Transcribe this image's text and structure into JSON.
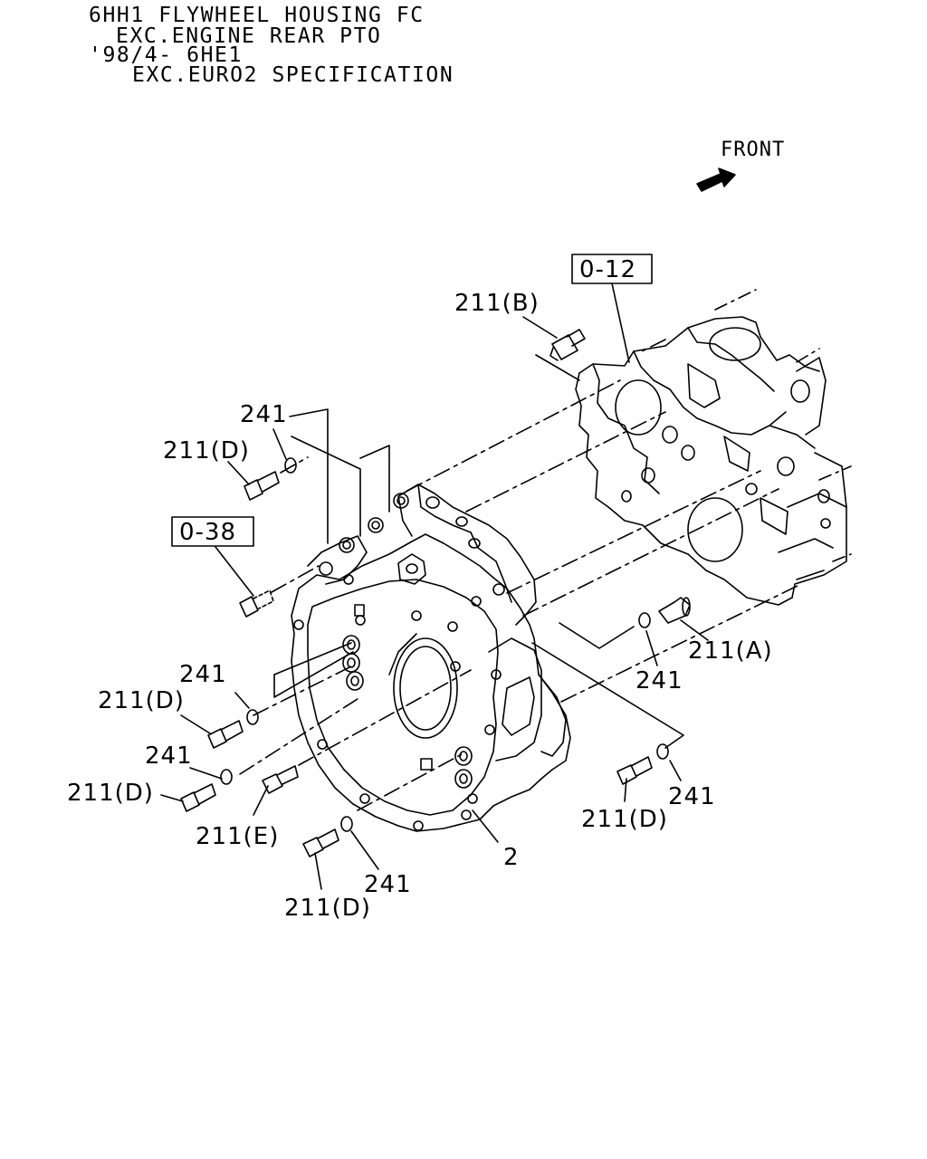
{
  "header": {
    "line1": "6HH1 FLYWHEEL HOUSING FC",
    "line2": "EXC.ENGINE REAR PTO",
    "line3": "'98/4- 6HE1",
    "line4": "EXC.EURO2 SPECIFICATION"
  },
  "front_label": "FRONT",
  "refs": {
    "ref_0_12": "0-12",
    "ref_0_38": "0-38"
  },
  "callouts": {
    "c211b": "211(B)",
    "c241_top": "241",
    "c211d_top": "211(D)",
    "c211a": "211(A)",
    "c241_right": "241",
    "c241_left1": "241",
    "c211d_left1": "211(D)",
    "c241_left2": "241",
    "c211d_left2": "211(D)",
    "c211e": "211(E)",
    "c2": "2",
    "c241_bottom": "241",
    "c211d_bottom": "211(D)",
    "c211d_right": "211(D)",
    "c241_right2": "241"
  }
}
